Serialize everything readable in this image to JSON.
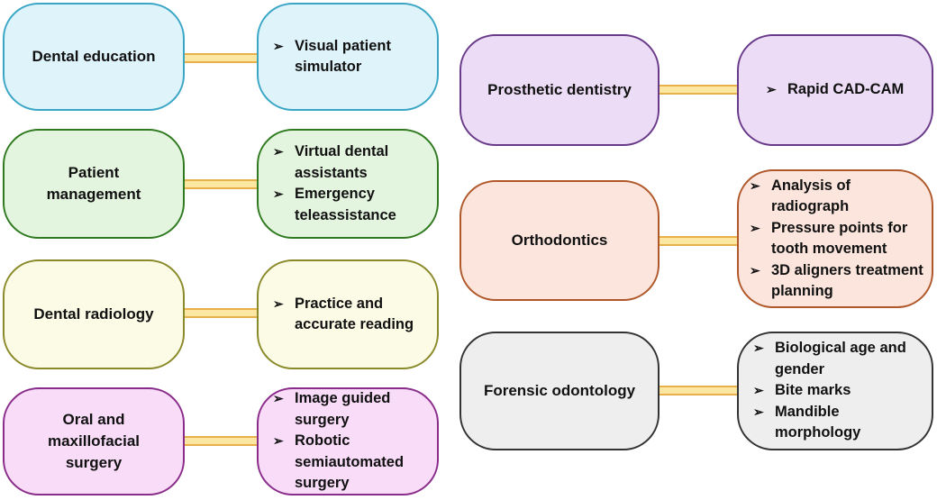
{
  "areas": [
    {
      "title": "Dental education",
      "items": [
        "Visual patient simulator"
      ],
      "fill": "#dff3fa",
      "border": "#3aa6c5"
    },
    {
      "title": "Patient management",
      "items": [
        "Virtual dental assistants",
        "Emergency teleassistance"
      ],
      "fill": "#e4f5df",
      "border": "#2f7a1f"
    },
    {
      "title": "Dental radiology",
      "items": [
        "Practice and accurate reading"
      ],
      "fill": "#fbfbe6",
      "border": "#8a8a2a"
    },
    {
      "title": "Oral and maxillofacial surgery",
      "items": [
        "Image guided surgery",
        "Robotic semiautomated surgery"
      ],
      "fill": "#f8dcf8",
      "border": "#8a2c8a"
    },
    {
      "title": "Prosthetic dentistry",
      "items": [
        "Rapid CAD-CAM"
      ],
      "fill": "#ecdcf6",
      "border": "#6a3a8a"
    },
    {
      "title": "Orthodontics",
      "items": [
        "Analysis of radiograph",
        "Pressure points for tooth movement",
        "3D aligners treatment planning"
      ],
      "fill": "#fbe5dc",
      "border": "#b0582a"
    },
    {
      "title": "Forensic odontology",
      "items": [
        "Biological age and gender",
        "Bite marks",
        "Mandible morphology"
      ],
      "fill": "#eeeeee",
      "border": "#333333"
    }
  ]
}
